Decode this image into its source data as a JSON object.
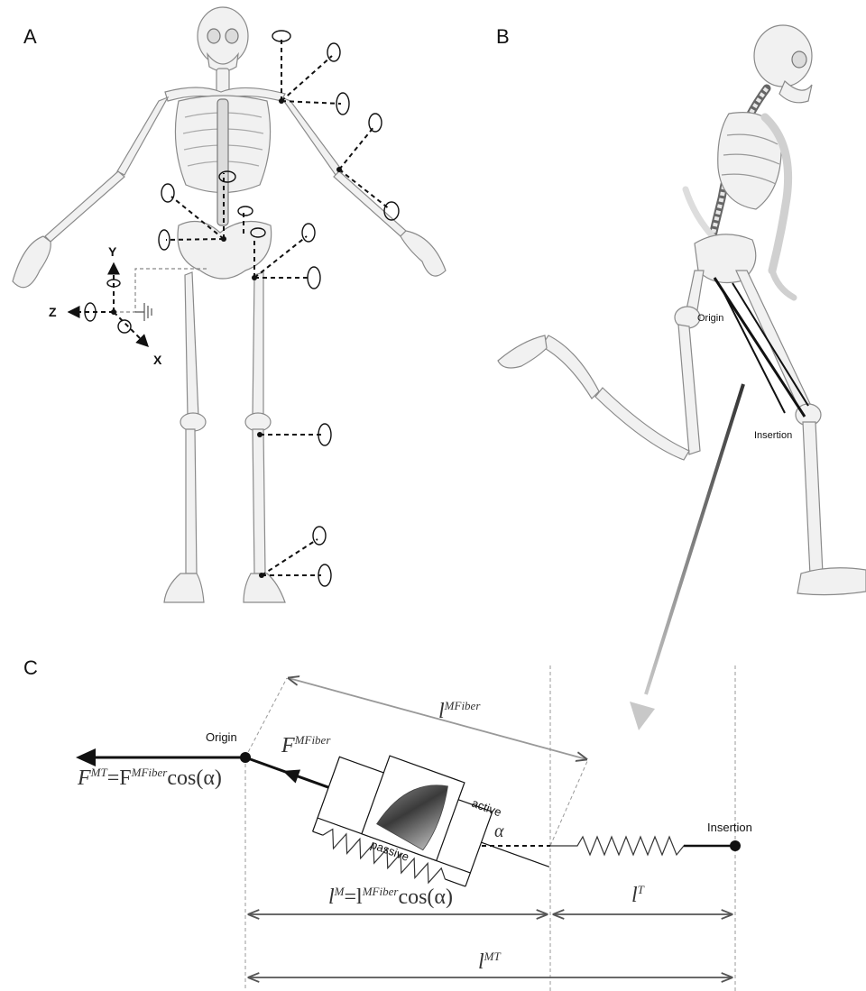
{
  "panels": {
    "a": {
      "letter": "A"
    },
    "b": {
      "letter": "B",
      "origin_label": "Origin",
      "insertion_label": "Insertion"
    },
    "c": {
      "letter": "C",
      "origin_label": "Origin",
      "insertion_label": "Insertion",
      "active_label": "active",
      "passive_label": "passive",
      "alpha_label": "α",
      "f_mfiber_label": "F",
      "f_mfiber_sup": "MFiber",
      "f_mt_eq": {
        "lhs": "F",
        "lhs_sup": "MT",
        "eq": "=F",
        "rhs_sup": "MFiber",
        "tail": "cos(α)"
      },
      "l_mfiber": {
        "base": "l",
        "sup": "MFiber"
      },
      "l_m_eq": {
        "lhs": "l",
        "lhs_sup": "M",
        "eq": "=l",
        "rhs_sup": "MFiber",
        "tail": "cos(α)"
      },
      "l_t": {
        "base": "l",
        "sup": "T"
      },
      "l_mt": {
        "base": "l",
        "sup": "MT"
      }
    }
  },
  "ground_frame": {
    "y_label": "Y",
    "z_label": "Z",
    "x_label": "X"
  },
  "colors": {
    "ink": "#111111",
    "bone": "#f1f1f1",
    "bone_outline": "#8a8a8a",
    "arrow_gray": "#9a9a9a"
  }
}
